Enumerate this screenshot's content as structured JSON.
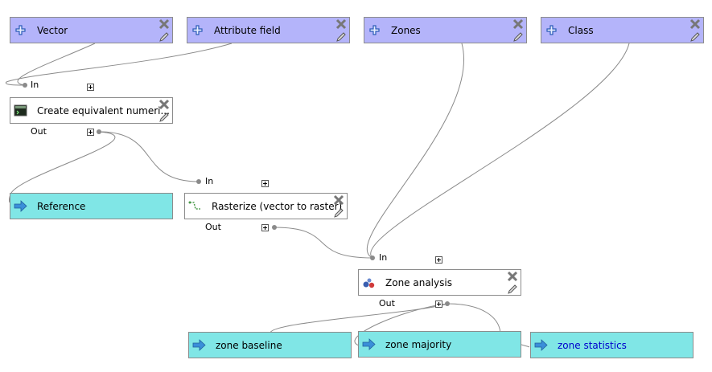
{
  "inputs": {
    "vector": "Vector",
    "attribute_field": "Attribute field",
    "zones": "Zones",
    "class": "Class"
  },
  "algorithms": {
    "create_numeric": "Create equivalent numeri...",
    "rasterize": "Rasterize (vector to raster)",
    "zone_analysis": "Zone analysis"
  },
  "outputs": {
    "reference": "Reference",
    "zone_baseline": "zone baseline",
    "zone_majority": "zone majority",
    "zone_statistics": "zone statistics"
  },
  "ports": {
    "in": "In",
    "out": "Out"
  },
  "colors": {
    "input_fill": "#b4b4fa",
    "output_fill": "#80e6e6",
    "algo_fill": "#ffffff",
    "wire": "#8a8a8a"
  }
}
